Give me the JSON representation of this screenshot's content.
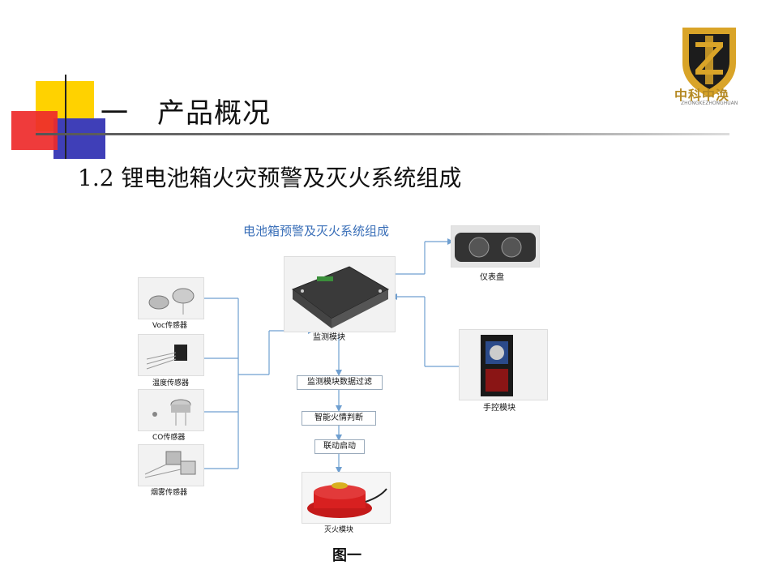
{
  "header": {
    "section_title": "一　产品概况",
    "subtitle": "1.2  锂电池箱火灾预警及灭火系统组成"
  },
  "logo": {
    "name": "中科中涣",
    "sub": "ZHONGKEZHONGHUAN",
    "colors": {
      "shield": "#d9a428",
      "inner": "#1c1c1c"
    }
  },
  "diagram": {
    "title": "电池箱预警及灭火系统组成",
    "sensors": [
      {
        "label": "Voc传感器"
      },
      {
        "label": "温度传感器"
      },
      {
        "label": "CO传感器"
      },
      {
        "label": "烟雾传感器"
      }
    ],
    "monitor_label": "监测模块",
    "dashboard_label": "仪表盘",
    "hand_control_label": "手控模块",
    "flow_steps": [
      "监测模块数据过滤",
      "智能火情判断",
      "联动启动"
    ],
    "extinguisher_label": "灭火模块",
    "line_color": "#6f9fd0"
  },
  "figure_caption": "图一"
}
